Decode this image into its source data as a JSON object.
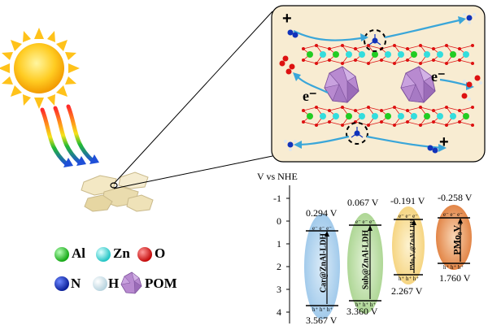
{
  "legend": {
    "items": [
      {
        "label": "Al",
        "color": "#22cc22"
      },
      {
        "label": "Zn",
        "color": "#33dddd"
      },
      {
        "label": "O",
        "color": "#dd1111"
      },
      {
        "label": "N",
        "color": "#1133bb"
      },
      {
        "label": "H",
        "color": "#e8f4f8"
      },
      {
        "label": "POM",
        "color": "#b88ad0"
      }
    ]
  },
  "inset": {
    "signs": {
      "plus": "+",
      "eminus": "e⁻"
    }
  },
  "band_diagram": {
    "axis_label": "V vs NHE",
    "ticks": [
      "-1",
      "0",
      "1",
      "2",
      "3",
      "4"
    ],
    "materials": [
      {
        "name": "Car@ZnAl-LDH",
        "top": "0.294 V",
        "bottom": "3.567 V",
        "color": "#9cc7ea"
      },
      {
        "name": "Sub@ZnAl-LDH",
        "top": "0.067 V",
        "bottom": "3.360 V",
        "color": "#a9d48f"
      },
      {
        "name": "PMo₉V₃@ZnAl-LDH",
        "top": "-0.191 V",
        "bottom": "2.267 V",
        "color": "#f5d27a"
      },
      {
        "name": "PMo₉V₃",
        "top": "-0.258 V",
        "bottom": "1.760 V",
        "color": "#e79a5c"
      }
    ],
    "electron_label": "e⁻ e⁻ e⁻",
    "hole_label": "h⁺ h⁺ h⁺"
  }
}
